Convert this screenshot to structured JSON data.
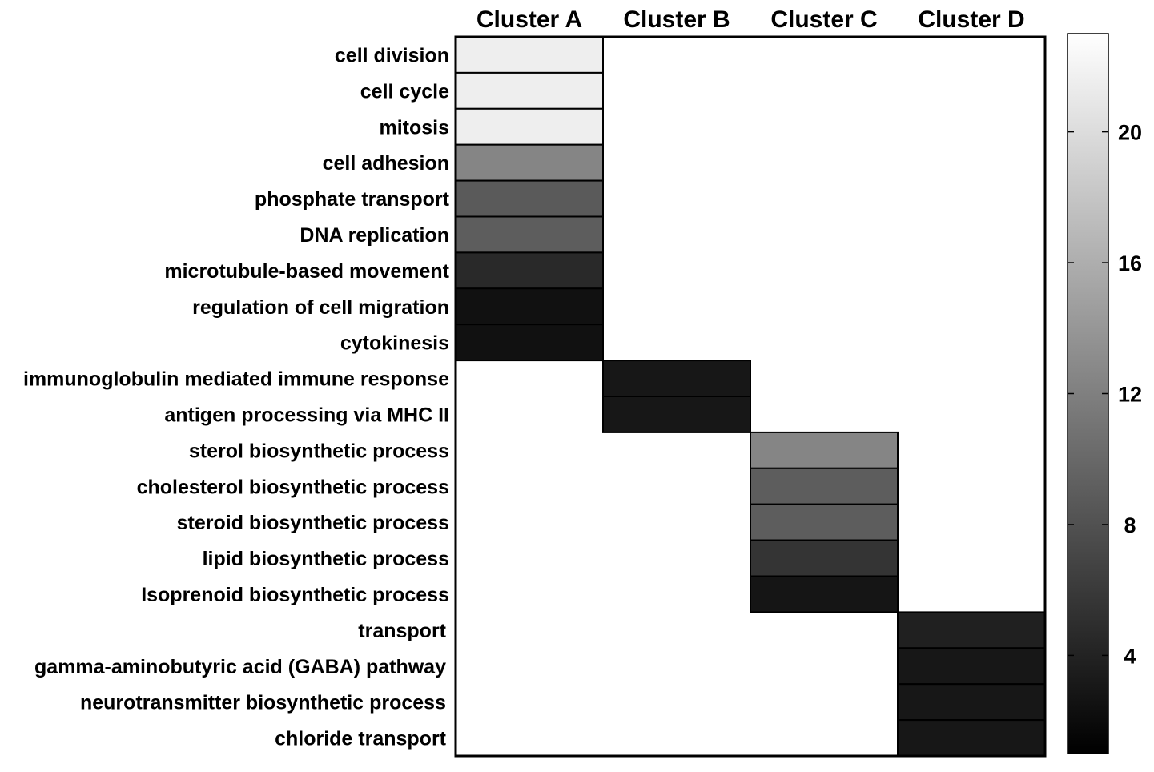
{
  "chart_data": {
    "type": "heatmap",
    "columns": [
      "Cluster A",
      "Cluster B",
      "Cluster C",
      "Cluster D"
    ],
    "rows": [
      "cell division",
      "cell cycle",
      "mitosis",
      "cell adhesion",
      "phosphate transport",
      "DNA replication",
      "microtubule-based movement",
      "regulation of cell migration",
      "cytokinesis",
      "immunoglobulin mediated immune response",
      "antigen processing via MHC II",
      "sterol biosynthetic process",
      "cholesterol biosynthetic process",
      "steroid biosynthetic process",
      "lipid biosynthetic process",
      "Isoprenoid biosynthetic process",
      "transport",
      "gamma-aminobutyric acid (GABA) pathway",
      "neurotransmitter biosynthetic process",
      "chloride transport"
    ],
    "cells": [
      {
        "row": 0,
        "col": 0,
        "value": 21.5
      },
      {
        "row": 1,
        "col": 0,
        "value": 21.5
      },
      {
        "row": 2,
        "col": 0,
        "value": 21.5
      },
      {
        "row": 3,
        "col": 0,
        "value": 12.5
      },
      {
        "row": 4,
        "col": 0,
        "value": 8.8
      },
      {
        "row": 5,
        "col": 0,
        "value": 9.0
      },
      {
        "row": 6,
        "col": 0,
        "value": 4.5
      },
      {
        "row": 7,
        "col": 0,
        "value": 2.5
      },
      {
        "row": 8,
        "col": 0,
        "value": 2.5
      },
      {
        "row": 9,
        "col": 1,
        "value": 3.0
      },
      {
        "row": 10,
        "col": 1,
        "value": 3.0
      },
      {
        "row": 11,
        "col": 2,
        "value": 12.5
      },
      {
        "row": 12,
        "col": 2,
        "value": 9.0
      },
      {
        "row": 13,
        "col": 2,
        "value": 9.0
      },
      {
        "row": 14,
        "col": 2,
        "value": 5.5
      },
      {
        "row": 15,
        "col": 2,
        "value": 2.8
      },
      {
        "row": 16,
        "col": 3,
        "value": 3.8
      },
      {
        "row": 17,
        "col": 3,
        "value": 3.0
      },
      {
        "row": 18,
        "col": 3,
        "value": 3.0
      },
      {
        "row": 19,
        "col": 3,
        "value": 3.0
      }
    ],
    "empty_value_color": "#ffffff",
    "colorbar": {
      "min": 1,
      "max": 23,
      "ticks": [
        4,
        8,
        12,
        16,
        20
      ],
      "tick_labels": [
        "4",
        "8",
        "12",
        "16",
        "20"
      ],
      "colormap": "grayscale",
      "low_color": "#000000",
      "high_color": "#ffffff",
      "placement": "right"
    },
    "title": "",
    "xlabel": "",
    "ylabel": ""
  }
}
